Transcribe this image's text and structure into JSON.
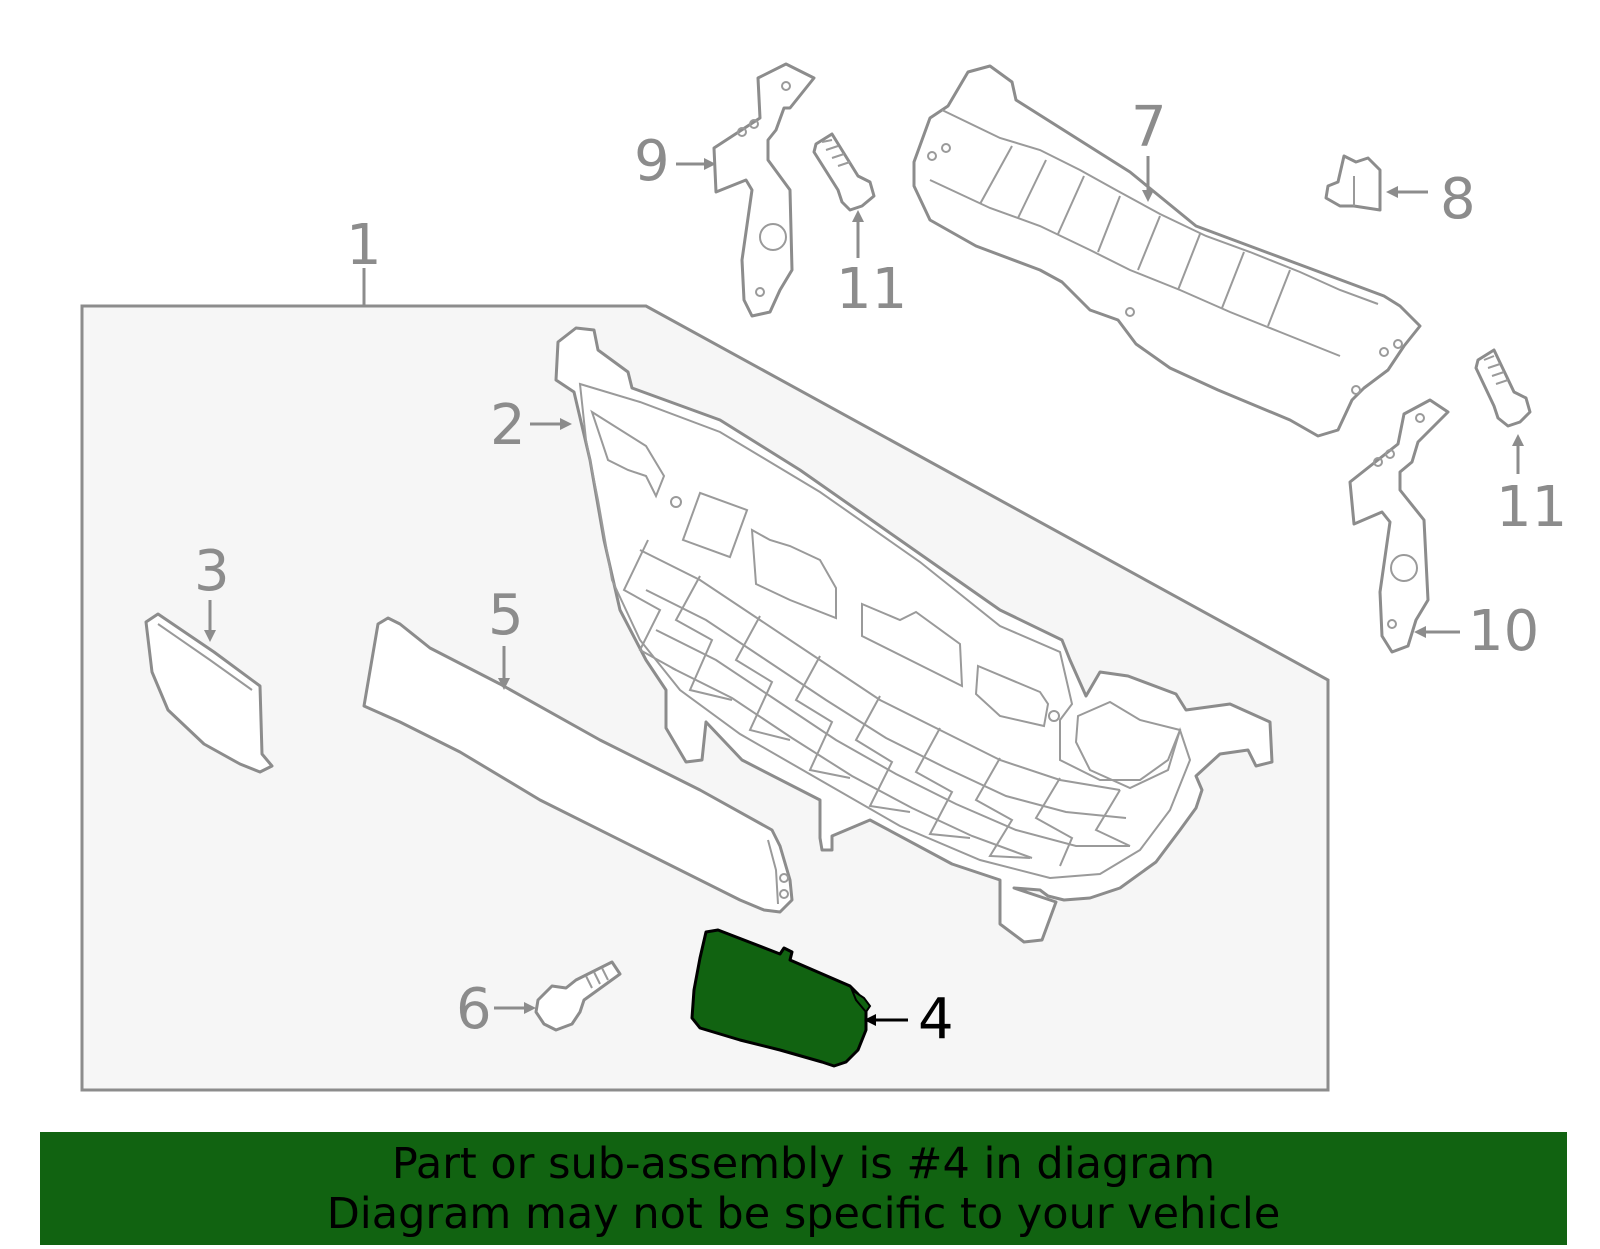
{
  "diagram": {
    "callouts": {
      "c1": "1",
      "c2": "2",
      "c3": "3",
      "c4": "4",
      "c5": "5",
      "c6": "6",
      "c7": "7",
      "c8": "8",
      "c9": "9",
      "c10": "10",
      "c11a": "11",
      "c11b": "11"
    },
    "highlighted_part": "4",
    "colors": {
      "highlight": "#116311",
      "line": "#8c8c8c",
      "assembly_box": "#f6f6f6",
      "banner": "#116311"
    }
  },
  "footer": {
    "line1": "Part or sub-assembly is #4 in diagram",
    "line2": "Diagram may not be specific to your vehicle"
  }
}
